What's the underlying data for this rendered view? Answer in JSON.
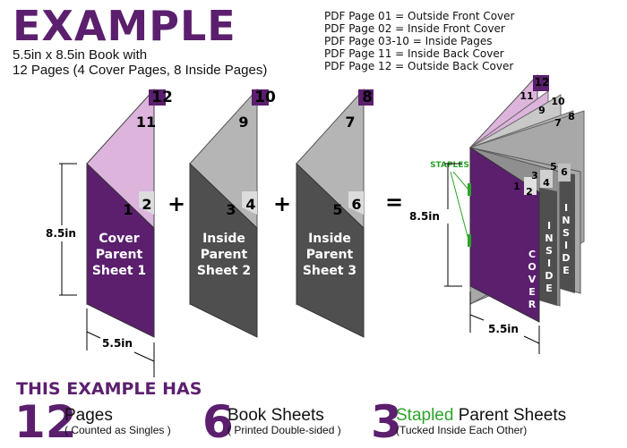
{
  "header": {
    "title": "EXAMPLE",
    "subtitle_line1": "5.5in x 8.5in Book with",
    "subtitle_line2": "12 Pages (4 Cover Pages, 8 Inside Pages)"
  },
  "legend": [
    "PDF Page 01 = Outside Front Cover",
    "PDF Page 02 = Inside Front Cover",
    "PDF Page 03-10 = Inside Pages",
    "PDF Page 11 = Inside Back Cover",
    "PDF Page 12 = Outside Back Cover"
  ],
  "sheets": [
    {
      "line1": "Cover",
      "line2": "Parent",
      "line3": "Sheet 1",
      "front_left": "1",
      "front_right": "2",
      "back_left": "11",
      "back_right": "12"
    },
    {
      "line1": "Inside",
      "line2": "Parent",
      "line3": "Sheet 2",
      "front_left": "3",
      "front_right": "4",
      "back_left": "9",
      "back_right": "10"
    },
    {
      "line1": "Inside",
      "line2": "Parent",
      "line3": "Sheet 3",
      "front_left": "5",
      "front_right": "6",
      "back_left": "7",
      "back_right": "8"
    }
  ],
  "operators": {
    "plus": "+",
    "equals": "="
  },
  "dimensions": {
    "height": "8.5in",
    "width": "5.5in"
  },
  "assembled": {
    "staples_label": "STAPLES",
    "cover_spine_letters": [
      "C",
      "O",
      "V",
      "E",
      "R"
    ],
    "inside_spine_letters": [
      "I",
      "N",
      "S",
      "I",
      "D",
      "E"
    ],
    "page_numbers": [
      "1",
      "2",
      "3",
      "4",
      "5",
      "6",
      "7",
      "8",
      "9",
      "10",
      "11",
      "12"
    ]
  },
  "summary": {
    "heading": "THIS EXAMPLE HAS",
    "items": [
      {
        "number": "12",
        "label": "Pages",
        "label_green": "",
        "note": "( Counted as Singles )"
      },
      {
        "number": "6",
        "label": "Book Sheets",
        "label_green": "",
        "note": "( Printed Double-sided )"
      },
      {
        "number": "3",
        "label": "Parent Sheets",
        "label_green": "Stapled",
        "note": "(Tucked Inside Each Other)"
      }
    ]
  },
  "colors": {
    "purple": "#5b1f6e",
    "lavender": "#dcb4dc",
    "dark_gray": "#4f4f4f",
    "light_gray": "#b5b5b5",
    "staple_green": "#2aa52a"
  }
}
